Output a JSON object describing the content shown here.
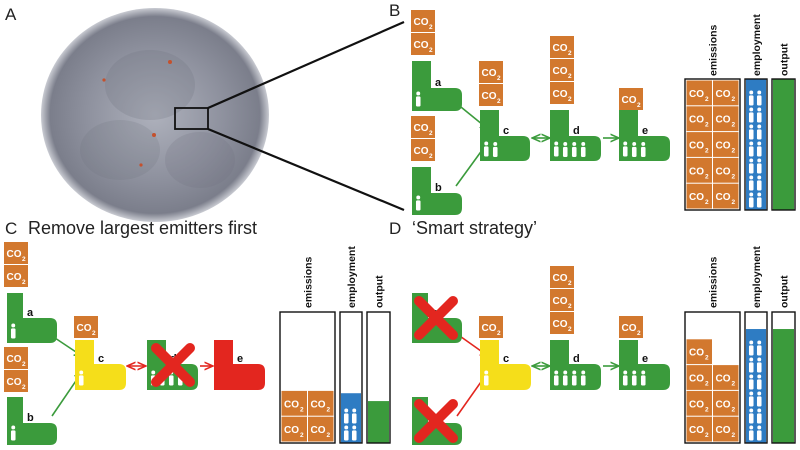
{
  "panels": {
    "A": {
      "letter": "A"
    },
    "B": {
      "letter": "B"
    },
    "C": {
      "letter": "C",
      "title": "Remove largest emitters first"
    },
    "D": {
      "letter": "D",
      "title": "‘Smart strategy’"
    }
  },
  "labels": {
    "co2": "CO",
    "co2_sub": "2",
    "emissions": "emissions",
    "employment": "employment",
    "output": "output"
  },
  "nodes": {
    "a": "a",
    "b": "b",
    "c": "c",
    "d": "d",
    "e": "e"
  },
  "colors": {
    "co2_box": "#d2782e",
    "active": "#3b9b3c",
    "impacted": "#f5de1a",
    "removed": "#e3261f",
    "employment": "#2e7cc3",
    "dish": "#8c8f9c"
  },
  "bars": {
    "B": {
      "emissions_fraction": 1.0,
      "employment_fraction": 1.0,
      "output_fraction": 1.0
    },
    "C": {
      "emissions_fraction": 0.36,
      "employment_fraction": 0.38,
      "output_fraction": 0.32
    },
    "D": {
      "emissions_fraction": 0.68,
      "employment_fraction": 0.87,
      "output_fraction": 0.87
    }
  }
}
